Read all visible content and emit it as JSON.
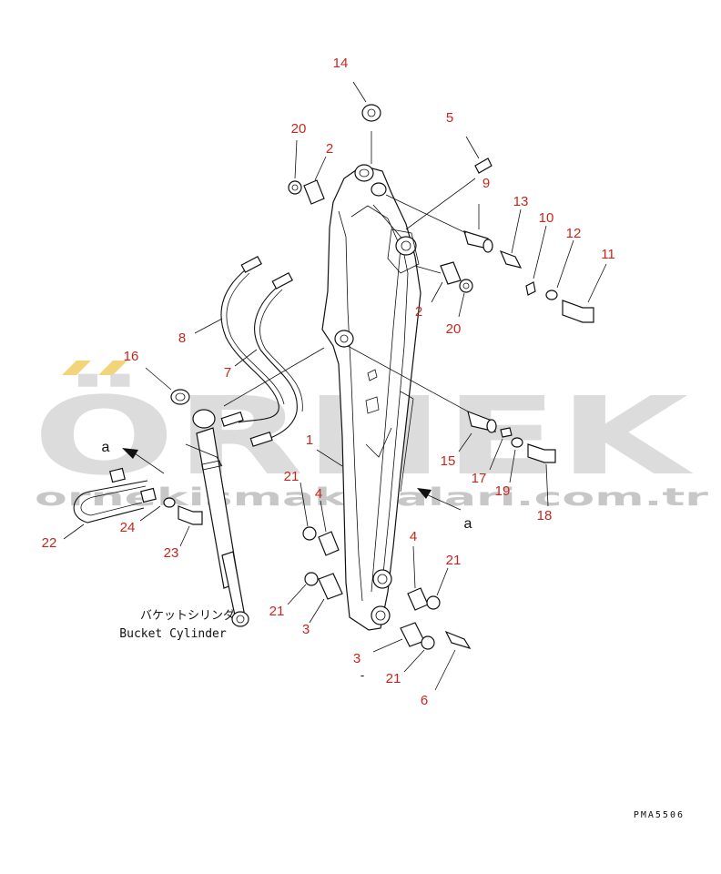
{
  "watermark": {
    "logo_text": "ÖRNEK",
    "url_text": "ornekismakinalari.com.tr",
    "colors": {
      "logo": "#d6d6d6",
      "url": "#c2c2c2",
      "accent": "#f2d57a"
    }
  },
  "callouts": [
    "14",
    "5",
    "20",
    "2",
    "9",
    "13",
    "10",
    "12",
    "11",
    "2",
    "20",
    "8",
    "7",
    "16",
    "1",
    "15",
    "17",
    "19",
    "18",
    "21",
    "4",
    "4",
    "21",
    "21",
    "3",
    "3",
    "21",
    "6",
    "22",
    "24",
    "23"
  ],
  "letters": [
    "a",
    "a"
  ],
  "caption": {
    "jp": "バケットシリンダ",
    "en": "Bucket Cylinder"
  },
  "drawing_code": "PMA5506",
  "dash_mark": "-",
  "colors": {
    "callout": "#c8261d",
    "ink": "#111111"
  }
}
